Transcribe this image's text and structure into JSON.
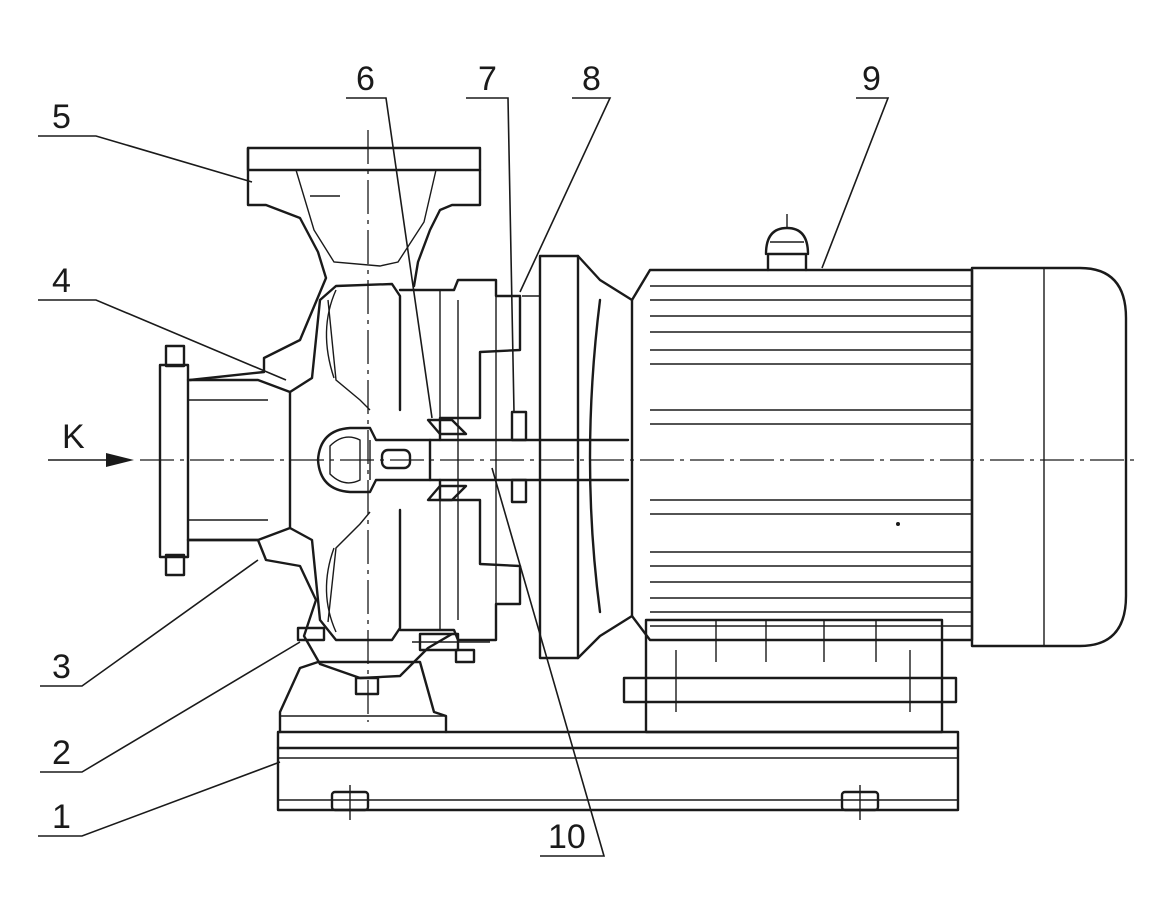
{
  "callouts": [
    {
      "id": "c1",
      "label": "1"
    },
    {
      "id": "c2",
      "label": "2"
    },
    {
      "id": "c3",
      "label": "3"
    },
    {
      "id": "c4",
      "label": "4"
    },
    {
      "id": "c5",
      "label": "5"
    },
    {
      "id": "c6",
      "label": "6"
    },
    {
      "id": "c7",
      "label": "7"
    },
    {
      "id": "c8",
      "label": "8"
    },
    {
      "id": "c9",
      "label": "9"
    },
    {
      "id": "c10",
      "label": "10"
    }
  ],
  "inlet": {
    "label": "K"
  },
  "colors": {
    "line": "#1a1a1a",
    "background": "#ffffff"
  }
}
